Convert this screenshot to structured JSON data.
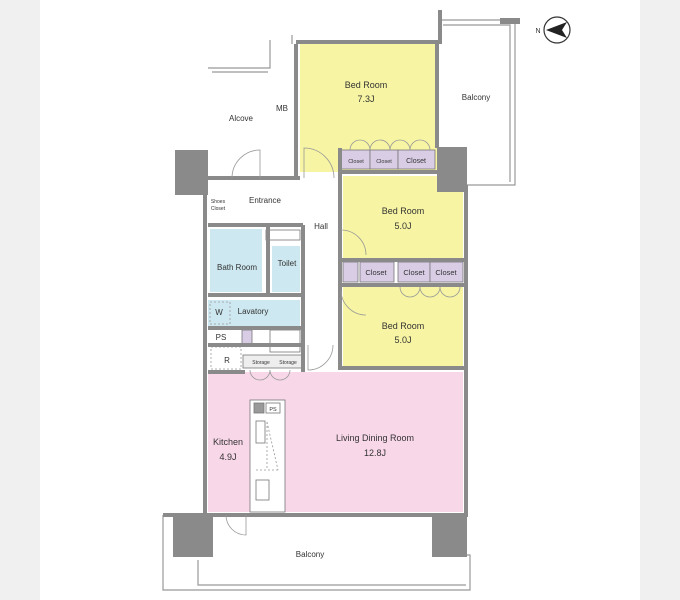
{
  "colors": {
    "bedroom": "#f7f5a3",
    "living": "#f8d7e8",
    "wet": "#cde8f0",
    "closet": "#d9cde6",
    "wall": "#8a8a8a",
    "pillar": "#8a8a8a"
  },
  "compass": {
    "label": "N",
    "icon": "north-arrow-icon"
  },
  "rooms": {
    "bed1": {
      "name": "Bed Room",
      "size": "7.3J"
    },
    "bed2": {
      "name": "Bed Room",
      "size": "5.0J"
    },
    "bed3": {
      "name": "Bed Room",
      "size": "5.0J"
    },
    "ldr": {
      "name": "Living Dining Room",
      "size": "12.8J"
    },
    "kitchen": {
      "name": "Kitchen",
      "size": "4.9J"
    },
    "balcony_top": "Balcony",
    "balcony_bottom": "Balcony",
    "alcove": "Alcove",
    "mb": "MB",
    "entrance": "Entrance",
    "shoes_closet": [
      "Shoes",
      "Closet"
    ],
    "hall": "Hall",
    "bath": "Bath Room",
    "toilet": "Toilet",
    "lavatory": "Lavatory",
    "w": "W",
    "ps1": "PS",
    "ps2": "PS",
    "r": "R"
  },
  "closets_row1": [
    "Closet",
    "Closet",
    "Closet"
  ],
  "closets_row2": [
    "Closet",
    "Closet",
    "Closet"
  ],
  "storage": [
    "Storage",
    "Storage"
  ]
}
